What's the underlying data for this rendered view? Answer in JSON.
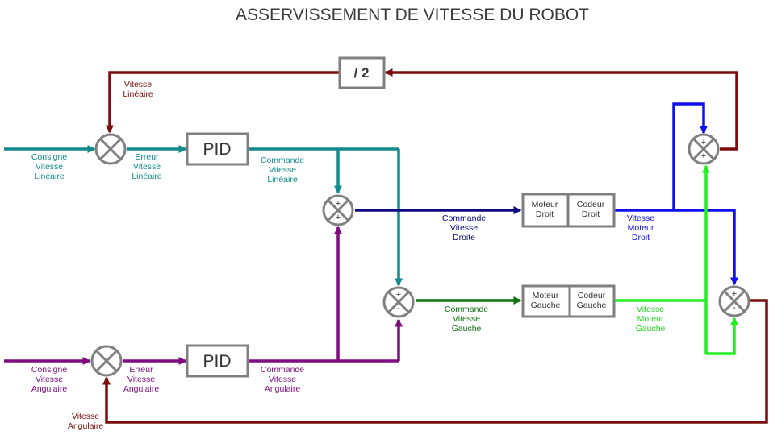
{
  "title": "ASSERVISSEMENT DE VITESSE DU ROBOT",
  "blocks": {
    "divide": "/ 2",
    "pid_linear": "PID",
    "pid_angular": "PID",
    "motor_right": [
      "Moteur",
      "Droit"
    ],
    "encoder_right": [
      "Codeur",
      "Droit"
    ],
    "motor_left": [
      "Moteur",
      "Gauche"
    ],
    "encoder_left": [
      "Codeur",
      "Gauche"
    ]
  },
  "signs": {
    "sum_cmd_right": [
      "+",
      "+"
    ],
    "sum_cmd_left": [
      "+",
      "-"
    ],
    "sum_lin_speed": [
      "+",
      "+"
    ],
    "sum_ang_speed": [
      "+",
      "-"
    ]
  },
  "labels": {
    "vitesse_lineaire_fb": [
      "Vitesse",
      "Linéaire"
    ],
    "consigne_lineaire": [
      "Consigne",
      "Vitesse",
      "Linéaire"
    ],
    "erreur_lineaire": [
      "Erreur",
      "Vitesse",
      "Linéaire"
    ],
    "commande_lineaire": [
      "Commande",
      "Vitesse",
      "Linéaire"
    ],
    "commande_droite": [
      "Commande",
      "Vitesse",
      "Droite"
    ],
    "vitesse_moteur_droit": [
      "Vitesse",
      "Moteur",
      "Droit"
    ],
    "commande_gauche": [
      "Commande",
      "Vitesse",
      "Gauche"
    ],
    "vitesse_moteur_gauche": [
      "Vitesse",
      "Moteur",
      "Gauche"
    ],
    "consigne_angulaire": [
      "Consigne",
      "Vitesse",
      "Angulaire"
    ],
    "erreur_angulaire": [
      "Erreur",
      "Vitesse",
      "Angulaire"
    ],
    "commande_angulaire": [
      "Commande",
      "Vitesse",
      "Angulaire"
    ],
    "vitesse_angulaire_fb": [
      "Vitesse",
      "Angulaire"
    ]
  },
  "colors": {
    "teal": "#148a8a",
    "purple": "#7f0c7f",
    "dark_red": "#7b0d0d",
    "navy": "#0c0c80",
    "blue": "#1010f0",
    "dark_green": "#0d730d",
    "light_green": "#22ee22",
    "gray": "#808080"
  }
}
